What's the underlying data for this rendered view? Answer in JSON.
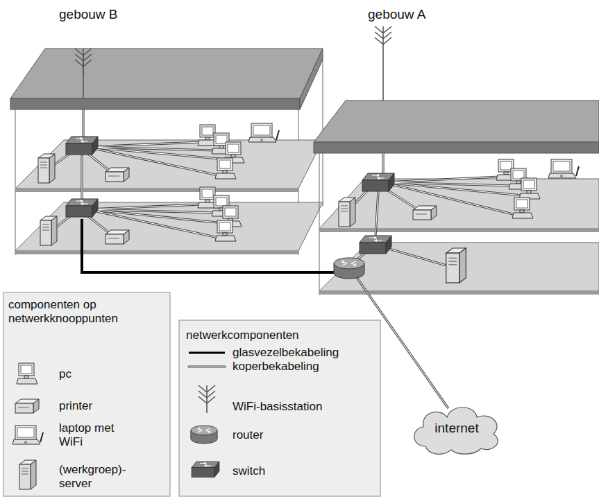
{
  "diagram": {
    "nodes": [
      {
        "text": [
          "gebouw B"
        ]
      },
      {
        "text": [
          "gebouw A"
        ]
      },
      {
        "text": [
          "internet"
        ]
      }
    ],
    "labels": [
      "componenten op netwerkknooppunten",
      "netwerkcomponenten"
    ],
    "legend": [
      {
        "text": "pc"
      },
      {
        "text": "printer"
      },
      {
        "text": "laptop met WiFi"
      },
      {
        "text": "(werkgroep)-server"
      },
      {
        "text": "glasvezelbekabeling"
      },
      {
        "text": "koperbekabeling"
      },
      {
        "text": "WiFi-basisstation"
      },
      {
        "text": "router"
      },
      {
        "text": "switch"
      }
    ]
  }
}
